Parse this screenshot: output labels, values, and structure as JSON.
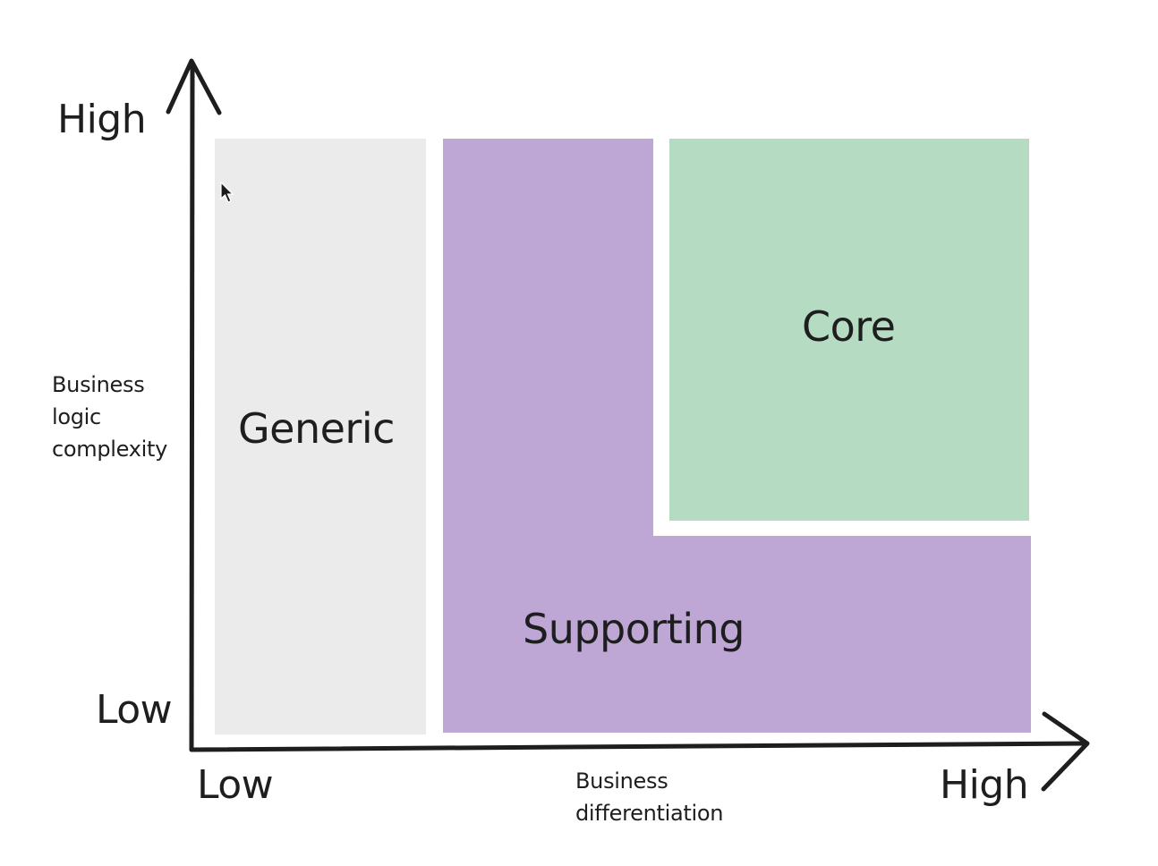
{
  "diagram": {
    "y_axis": {
      "title": "Business logic complexity",
      "high_label": "High",
      "low_label": "Low"
    },
    "x_axis": {
      "title": "Business differentiation",
      "low_label": "Low",
      "high_label": "High"
    },
    "regions": {
      "generic": {
        "label": "Generic",
        "color": "#ebebeb"
      },
      "supporting": {
        "label": "Supporting",
        "color": "#bea6d5"
      },
      "core": {
        "label": "Core",
        "color": "#b5dcc2"
      }
    },
    "axis_color": "#1e1e1e"
  }
}
